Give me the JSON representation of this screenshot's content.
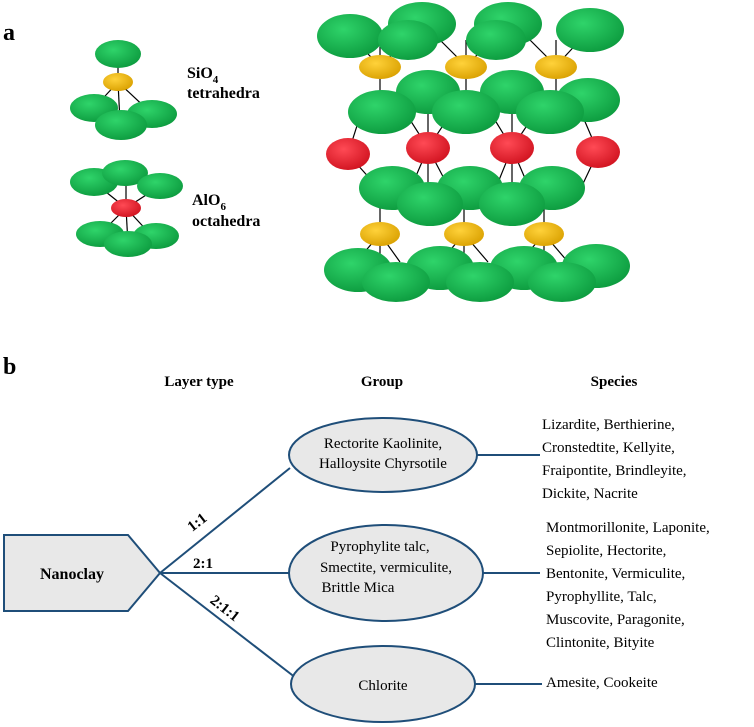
{
  "panel_a": {
    "label": "a",
    "tetra_label_1": "SiO",
    "tetra_sub": "4",
    "tetra_label_2": "tetrahedra",
    "octa_label_1": "AlO",
    "octa_sub": "6",
    "octa_label_2": "octahedra"
  },
  "panel_b": {
    "label": "b",
    "headers": {
      "layer_type": "Layer type",
      "group": "Group",
      "species": "Species"
    },
    "root": "Nanoclay",
    "branches": [
      {
        "layer": "1:1",
        "group_lines": [
          "Rectorite Kaolinite,",
          "Halloysite Chyrsotile"
        ],
        "species_lines": [
          "Lizardite, Berthierine,",
          "Cronstedtite, Kellyite,",
          "Fraipontite, Brindleyite,",
          "Dickite, Nacrite"
        ]
      },
      {
        "layer": "2:1",
        "group_lines": [
          "Pyrophylite talc,",
          "Smectite, vermiculite,",
          "Brittle Mica"
        ],
        "species_lines": [
          "Montmorillonite, Laponite,",
          "Sepiolite, Hectorite,",
          "Bentonite, Vermiculite,",
          "Pyrophyllite, Talc,",
          "Muscovite, Paragonite,",
          "Clintonite, Bityite"
        ]
      },
      {
        "layer": "2:1:1",
        "group_lines": [
          "Chlorite"
        ],
        "species_lines": [
          "Amesite, Cookeite"
        ]
      }
    ]
  },
  "colors": {
    "oxygen": "#10b04a",
    "silicon": "#e8b008",
    "aluminum": "#e01e2e",
    "node_fill": "#e8e8e8",
    "node_stroke": "#1f4e79"
  }
}
